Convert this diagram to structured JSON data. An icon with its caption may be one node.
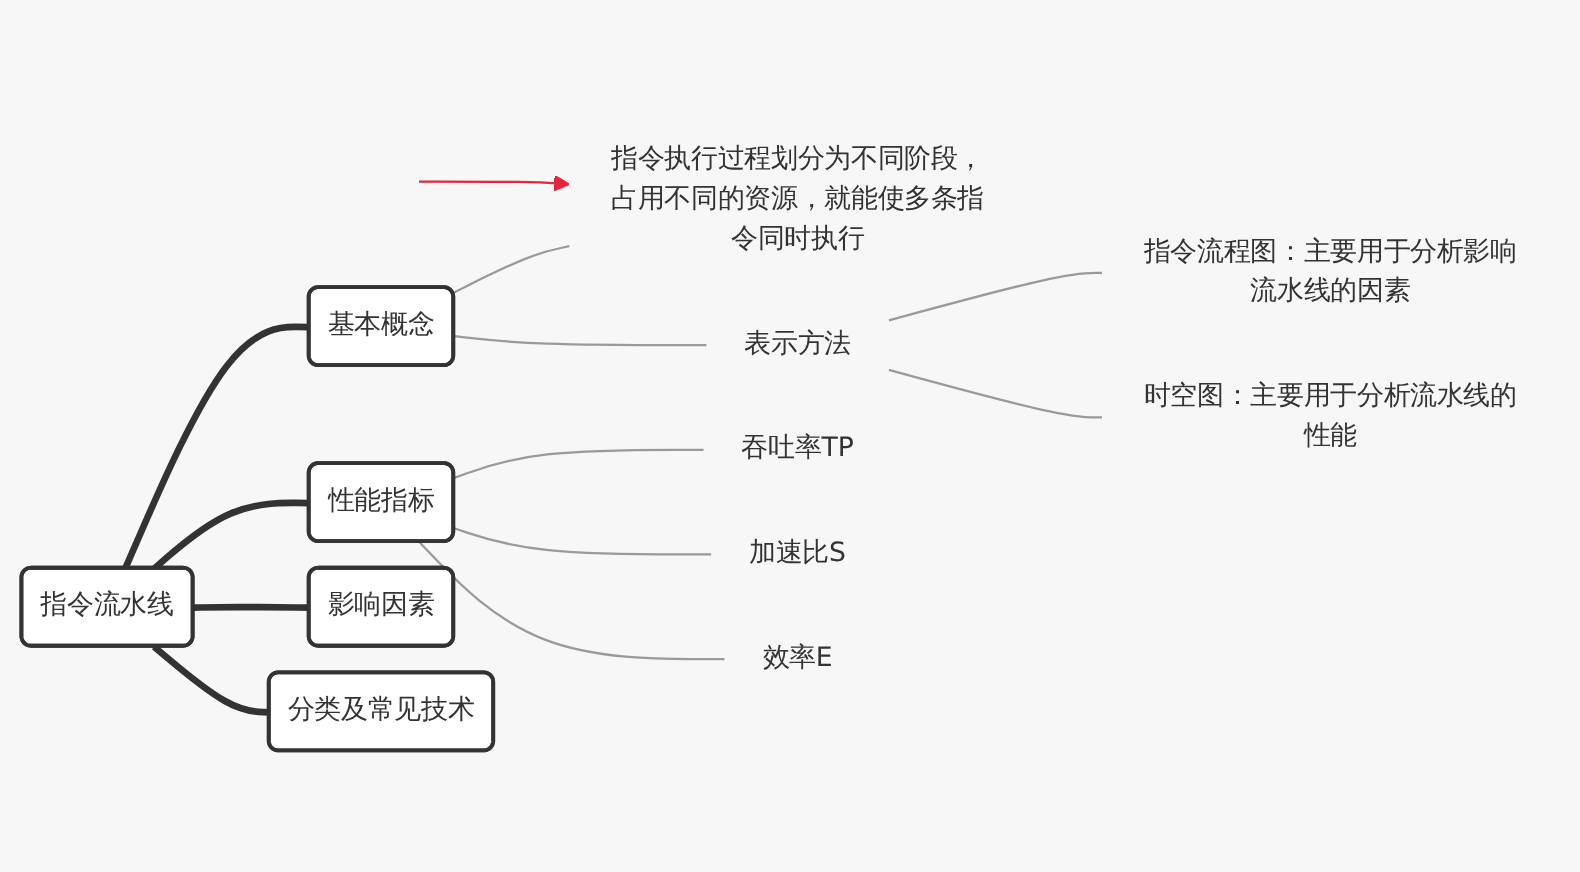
{
  "diagram": {
    "nodes": [
      {
        "text": [
          "指令流水线"
        ]
      },
      {
        "text": [
          "基本概念"
        ]
      },
      {
        "text": [
          "指令执行过程划分为不同阶段，占用不同的资源，就能使多条指令同时执行"
        ]
      },
      {
        "text": [
          "表示方法"
        ]
      },
      {
        "text": [
          "指令流程图：主要用于分析影响流水线的因素"
        ]
      },
      {
        "text": [
          "时空图：主要用于分析流水线的性能"
        ]
      },
      {
        "text": [
          "性能指标"
        ]
      },
      {
        "text": [
          "吞吐率TP"
        ]
      },
      {
        "text": [
          "加速比S"
        ]
      },
      {
        "text": [
          "效率E"
        ]
      },
      {
        "text": [
          "影响因素"
        ]
      },
      {
        "text": [
          "分类及常见技术"
        ]
      }
    ],
    "edges": [
      {
        "from": 0,
        "to": 1,
        "arrow": "none",
        "style": "thick",
        "color": "#333333"
      },
      {
        "from": 1,
        "to": 2,
        "arrow": "none"
      },
      {
        "from": 1,
        "to": 3,
        "arrow": "none"
      },
      {
        "from": 3,
        "to": 4,
        "arrow": "none"
      },
      {
        "from": 3,
        "to": 5,
        "arrow": "none"
      },
      {
        "from": 0,
        "to": 6,
        "arrow": "none",
        "style": "thick",
        "color": "#333333"
      },
      {
        "from": 6,
        "to": 7,
        "arrow": "none"
      },
      {
        "from": 6,
        "to": 8,
        "arrow": "none"
      },
      {
        "from": 6,
        "to": 9,
        "arrow": "none"
      },
      {
        "from": 0,
        "to": 10,
        "arrow": "none",
        "style": "thick",
        "color": "#333333"
      },
      {
        "from": 0,
        "to": 11,
        "arrow": "none",
        "style": "thick",
        "color": "#333333"
      },
      {
        "from": null,
        "to": 2,
        "arrow": "to",
        "color": "#e3243b"
      }
    ]
  }
}
